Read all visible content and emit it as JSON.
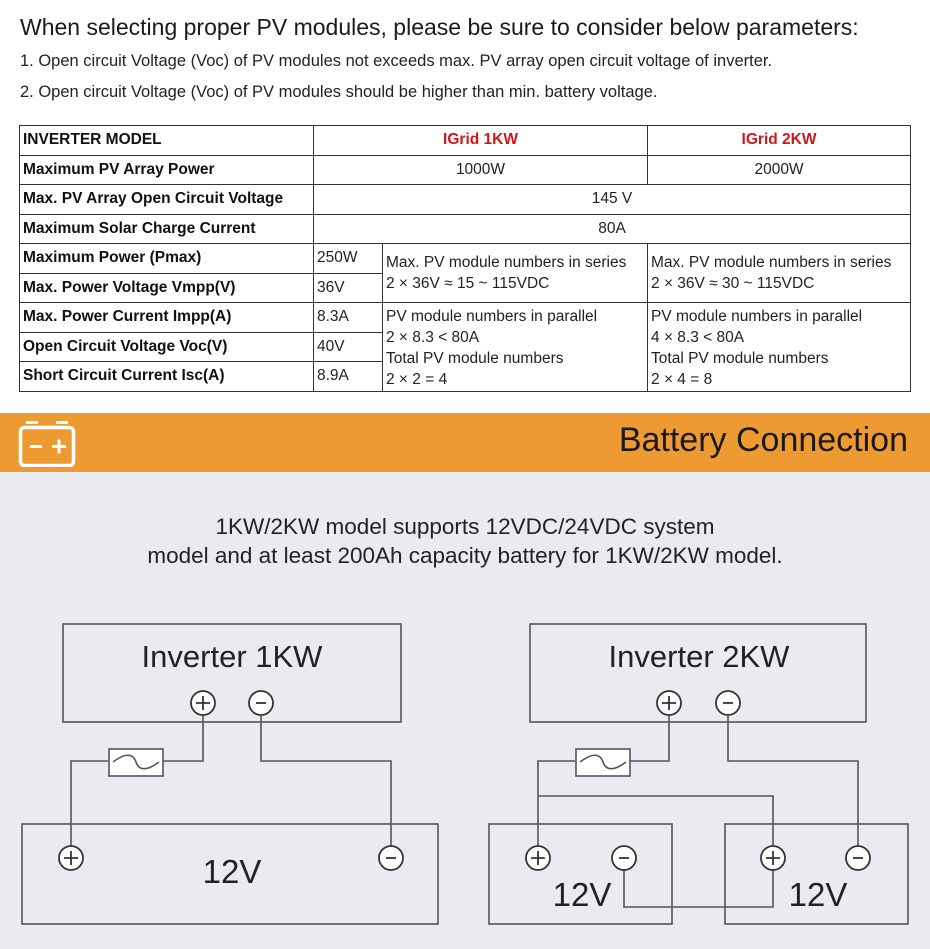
{
  "heading": "When selecting proper PV modules, please be sure to consider below parameters:",
  "notes": [
    "1. Open circuit Voltage (Voc) of PV modules not exceeds max. PV array open circuit voltage of inverter.",
    "2. Open circuit Voltage (Voc) of PV modules should be higher than min. battery voltage."
  ],
  "table": {
    "header_label": "INVERTER MODEL",
    "model_1kw": "IGrid 1KW",
    "model_2kw": "IGrid 2KW",
    "rows": {
      "max_pv_power": {
        "label": "Maximum PV Array Power",
        "v1": "1000W",
        "v2": "2000W"
      },
      "max_open_circuit": {
        "label": "Max. PV Array Open Circuit Voltage",
        "value": "145 V"
      },
      "max_charge_current": {
        "label": "Maximum Solar Charge Current",
        "value": "80A"
      },
      "pmax": {
        "label": "Maximum Power (Pmax)",
        "value": "250W"
      },
      "vmpp": {
        "label": "Max. Power Voltage Vmpp(V)",
        "value": "36V"
      },
      "impp": {
        "label": "Max. Power Current Impp(A)",
        "value": "8.3A"
      },
      "voc": {
        "label": "Open Circuit Voltage Voc(V)",
        "value": "40V"
      },
      "isc": {
        "label": "Short Circuit Current Isc(A)",
        "value": "8.9A"
      }
    },
    "series_1kw": {
      "title": "Max. PV module numbers in series",
      "calc": "2 × 36V ≈ 15 ~ 115VDC"
    },
    "series_2kw": {
      "title": "Max. PV module numbers in series",
      "calc": "2 × 36V ≈ 30 ~ 115VDC"
    },
    "parallel_1kw": {
      "title": "PV module numbers in parallel",
      "calc": "2 × 8.3 < 80A",
      "total_title": "Total PV module numbers",
      "total_calc": "2 × 2 = 4"
    },
    "parallel_2kw": {
      "title": "PV module numbers in parallel",
      "calc": "4 × 8.3 < 80A",
      "total_title": "Total PV module numbers",
      "total_calc": "2 × 4 = 8"
    }
  },
  "banner": {
    "title": "Battery Connection",
    "icon": "battery-icon",
    "color": "#ee9a33"
  },
  "description": [
    "1KW/2KW model supports 12VDC/24VDC system",
    "model and at least 200Ah capacity battery for 1KW/2KW model."
  ],
  "diagram_1kw": {
    "inverter_label": "Inverter 1KW",
    "battery_label": "12V",
    "plus": "+",
    "minus": "-"
  },
  "diagram_2kw": {
    "inverter_label": "Inverter 2KW",
    "battery_left_label": "12V",
    "battery_right_label": "12V",
    "plus": "+",
    "minus": "-"
  }
}
